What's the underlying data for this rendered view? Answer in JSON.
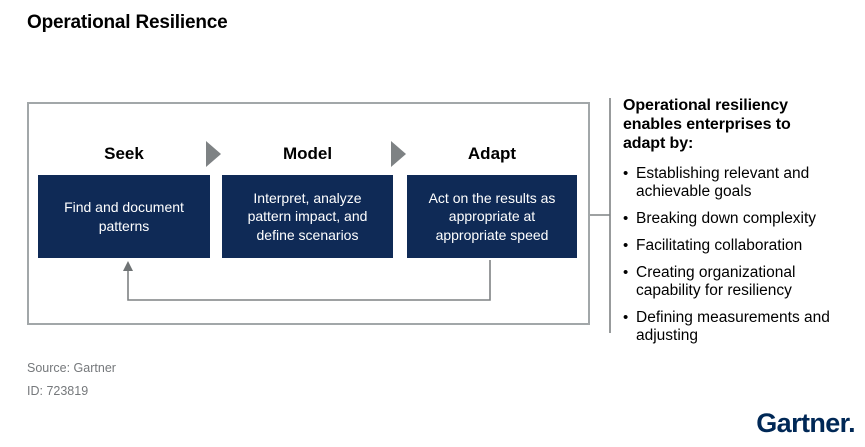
{
  "page": {
    "title": "Operational Resilience"
  },
  "diagram": {
    "stages": [
      {
        "label": "Seek",
        "description": "Find and document patterns"
      },
      {
        "label": "Model",
        "description": "Interpret, analyze pattern impact, and define scenarios"
      },
      {
        "label": "Adapt",
        "description": "Act on the results as appropriate at appropriate speed"
      }
    ]
  },
  "side_panel": {
    "heading": "Operational resiliency enables enterprises to adapt by:",
    "bullet_glyph": "•",
    "bullets": [
      "Establishing relevant and achievable goals",
      "Breaking down complexity",
      "Facilitating collaboration",
      "Creating organizational capability for resiliency",
      "Defining measurements and adjusting"
    ]
  },
  "footer": {
    "source": "Source: Gartner",
    "id": "ID: 723819",
    "logo": "Gartner."
  },
  "colors": {
    "stage_box_navy": "#0f2a56",
    "logo_navy": "#002856",
    "line_gray": "#7e8284",
    "border_gray": "#a2a7a9",
    "muted_text_gray": "#75787b"
  }
}
